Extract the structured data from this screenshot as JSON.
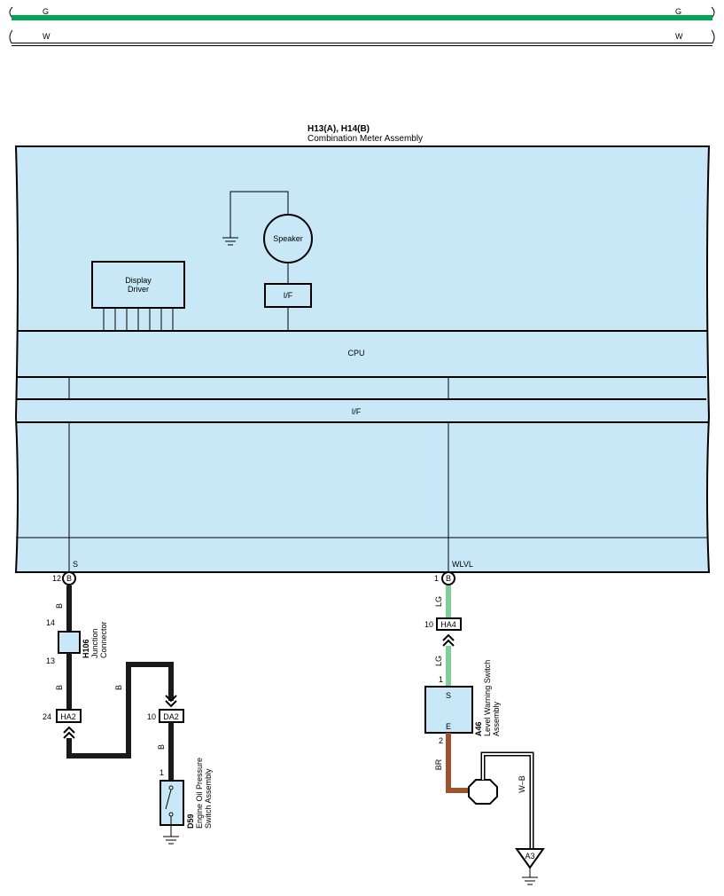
{
  "top_wires": {
    "g_label": "G",
    "w_label": "W",
    "colors": {
      "green": "#00a651",
      "white": "#ffffff"
    }
  },
  "meter": {
    "codes": "H13(A), H14(B)",
    "name": "Combination Meter Assembly",
    "fill_color": "#c8e8f8",
    "display_driver_line1": "Display",
    "display_driver_line2": "Driver",
    "speaker": "Speaker",
    "if_upper": "I/F",
    "cpu": "CPU",
    "if_lower": "I/F",
    "pin_s": "S",
    "pin_wlvl": "WLVL"
  },
  "left_circuit": {
    "pin_12": "12",
    "conn_b": "B",
    "wire_b_1": "B",
    "jc_pin_14": "14",
    "jc_pin_13": "13",
    "jc_code": "H106",
    "jc_name_line1": "Junction",
    "jc_name_line2": "Connector",
    "wire_b_2": "B",
    "wire_b_3": "B",
    "pin_24": "24",
    "ha2": "HA2",
    "pin_10": "10",
    "da2": "DA2",
    "wire_b_4": "B",
    "sw_pin_1": "1",
    "sw_code": "D59",
    "sw_name_line1": "Engine Oil Pressure",
    "sw_name_line2": "Switch Assembly",
    "wire_color": "#1a1a1a"
  },
  "right_circuit": {
    "pin_1": "1",
    "conn_b": "B",
    "wire_lg_1": "LG",
    "pin_10": "10",
    "ha4": "HA4",
    "wire_lg_2": "LG",
    "sw_pin_1": "1",
    "sw_s": "S",
    "sw_e": "E",
    "sw_pin_2": "2",
    "sw_code": "A46",
    "sw_name_line1": "Level Warning Switch",
    "sw_name_line2": "Assembly",
    "wire_br": "BR",
    "wire_wb": "W–B",
    "ground_a3": "A3",
    "lg_color": "#7fcf9a",
    "br_color": "#a0522d"
  }
}
